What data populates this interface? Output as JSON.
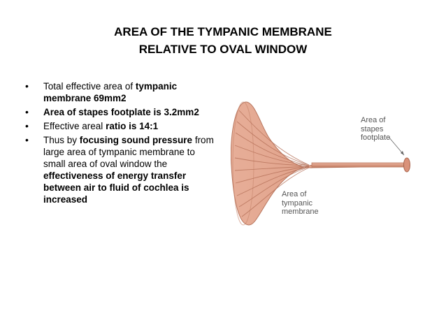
{
  "slide": {
    "title_line1": "AREA OF THE TYMPANIC MEMBRANE",
    "title_line2": "RELATIVE TO OVAL WINDOW",
    "bullets": [
      {
        "parts": [
          {
            "text": "Total effective area of ",
            "bold": false
          },
          {
            "text": "tympanic membrane 69mm2",
            "bold": true
          }
        ]
      },
      {
        "parts": [
          {
            "text": "Area of stapes footplate is 3.2mm2",
            "bold": true
          }
        ]
      },
      {
        "parts": [
          {
            "text": "Effective areal ",
            "bold": false
          },
          {
            "text": "ratio is 14:1",
            "bold": true
          }
        ]
      },
      {
        "parts": [
          {
            "text": "Thus by ",
            "bold": false
          },
          {
            "text": "focusing sound pressure",
            "bold": true
          },
          {
            "text": " from large area of tympanic membrane to small area of oval window the ",
            "bold": false
          },
          {
            "text": "effectiveness of energy transfer between air to fluid of cochlea is increased",
            "bold": true
          }
        ]
      }
    ]
  },
  "figure": {
    "stapes_label": [
      "Area of",
      "stapes",
      "footplate"
    ],
    "tm_label": [
      "Area of",
      "tympanic",
      "membrane"
    ],
    "membrane_color": "#dd9a82",
    "membrane_stroke": "#b8765e"
  }
}
